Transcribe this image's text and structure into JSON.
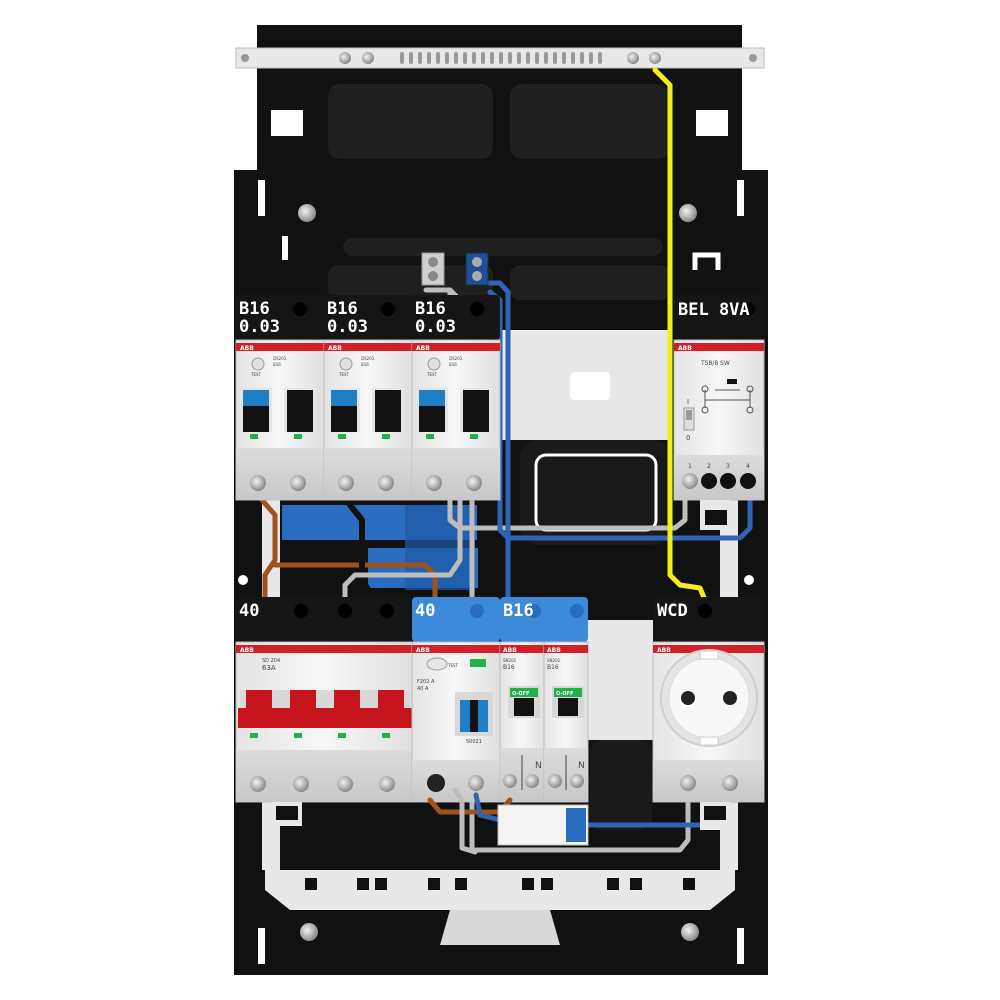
{
  "labels": {
    "rcbo_1": [
      "B16",
      "0.03"
    ],
    "rcbo_2": [
      "B16",
      "0.03"
    ],
    "rcbo_3": [
      "B16",
      "0.03"
    ],
    "bell": "BEL 8VA",
    "main_switch": "40",
    "rcd": "40",
    "mcb_group": "B16",
    "socket": "WCD"
  },
  "device_text": {
    "brand": "ABB",
    "rcbo_model": "DS201",
    "rcbo_rating": "B16",
    "test": "TEST",
    "transformer": "TS8/8 SW",
    "transformer_on": "I",
    "transformer_off": "0",
    "transformer_terminals": [
      "1",
      "2",
      "3",
      "4"
    ],
    "main_switch_model": "SD 204",
    "main_switch_rating": "63A",
    "rcd_model": "F202 A",
    "rcd_rating": "40 A",
    "rcd_code": "S0021",
    "mcb_model": "SN201",
    "mcb_rating": "B16",
    "mcb_state": "O-OFF",
    "neutral": "N"
  },
  "colors": {
    "cabinet": "#111111",
    "rail_panel": "#1c1c1c",
    "label_bg": "#151515",
    "label_blue": "#3c8ad9",
    "abb_red": "#d12027",
    "switch_red": "#c5141b",
    "toggle_blue": "#1f7fc4",
    "wire_brown": "#a0521c",
    "wire_blue": "#2f63b4",
    "wire_grey": "#bdbdbd",
    "wire_black": "#111111",
    "wire_yellow": "#f5ec1c",
    "indicator_green": "#23b04a",
    "busbar_blue": "#2a6cc0",
    "module_body": "#f1f1f1",
    "frame_grey": "#e8e8e8"
  }
}
